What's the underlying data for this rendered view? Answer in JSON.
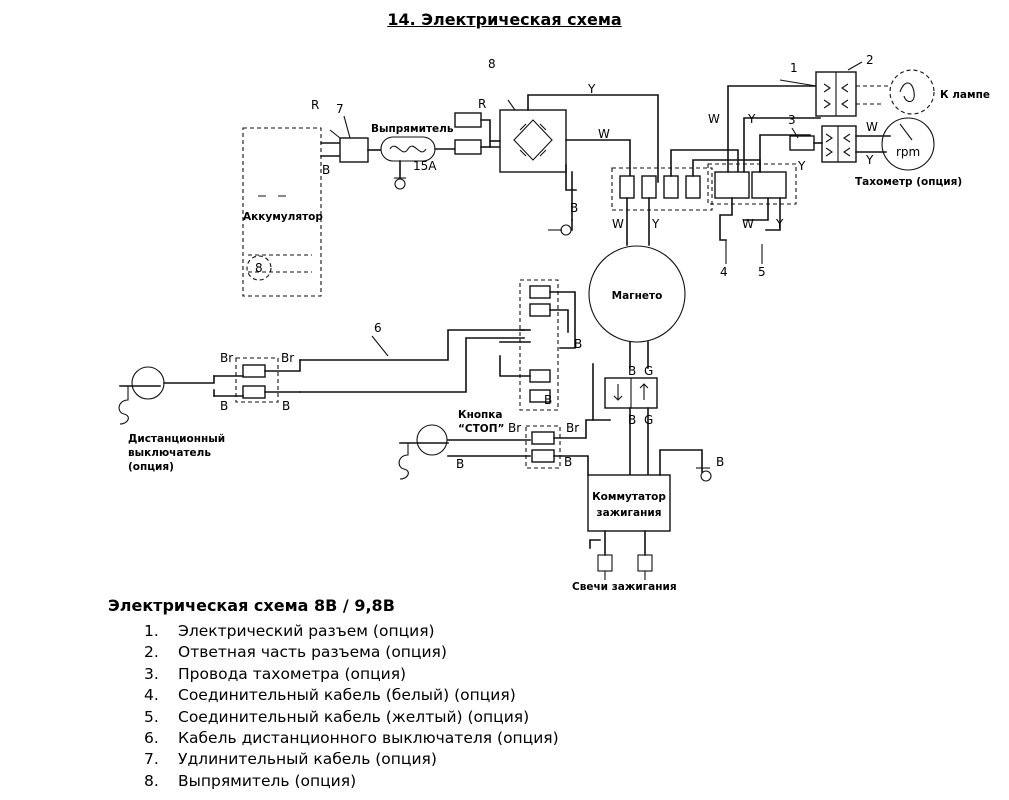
{
  "title": "14. Электрическая схема",
  "diagram": {
    "callouts": [
      "1",
      "2",
      "3",
      "4",
      "5",
      "6",
      "7",
      "8"
    ],
    "wire_colors": {
      "R": "R",
      "B": "B",
      "W": "W",
      "Y": "Y",
      "Br": "Br",
      "G": "G"
    },
    "labels": {
      "rectifier": "Выпрямитель",
      "fuse": "15A",
      "battery": "Аккумулятор",
      "magneto": "Магнето",
      "lamp": "К лампе",
      "rpm": "rpm",
      "tachometer": "Тахометр (опция)",
      "remote_switch": [
        "Дистанционный",
        "выключатель",
        "(опция)"
      ],
      "stop_button": [
        "Кнопка",
        "“СТОП”"
      ],
      "ignition_switch": [
        "Коммутатор",
        "зажигания"
      ],
      "spark_plugs": "Свечи зажигания"
    }
  },
  "legend": {
    "title": "Электрическая схема 8В / 9,8В",
    "items": [
      {
        "num": "1.",
        "text": "Электрический разъем (опция)"
      },
      {
        "num": "2.",
        "text": "Ответная часть разъема (опция)"
      },
      {
        "num": "3.",
        "text": "Провода тахометра (опция)"
      },
      {
        "num": "4.",
        "text": "Соединительный кабель (белый) (опция)"
      },
      {
        "num": "5.",
        "text": "Соединительный кабель (желтый) (опция)"
      },
      {
        "num": "6.",
        "text": "Кабель дистанционного выключателя (опция)"
      },
      {
        "num": "7.",
        "text": "Удлинительный кабель (опция)"
      },
      {
        "num": "8.",
        "text": "Выпрямитель (опция)"
      }
    ]
  }
}
